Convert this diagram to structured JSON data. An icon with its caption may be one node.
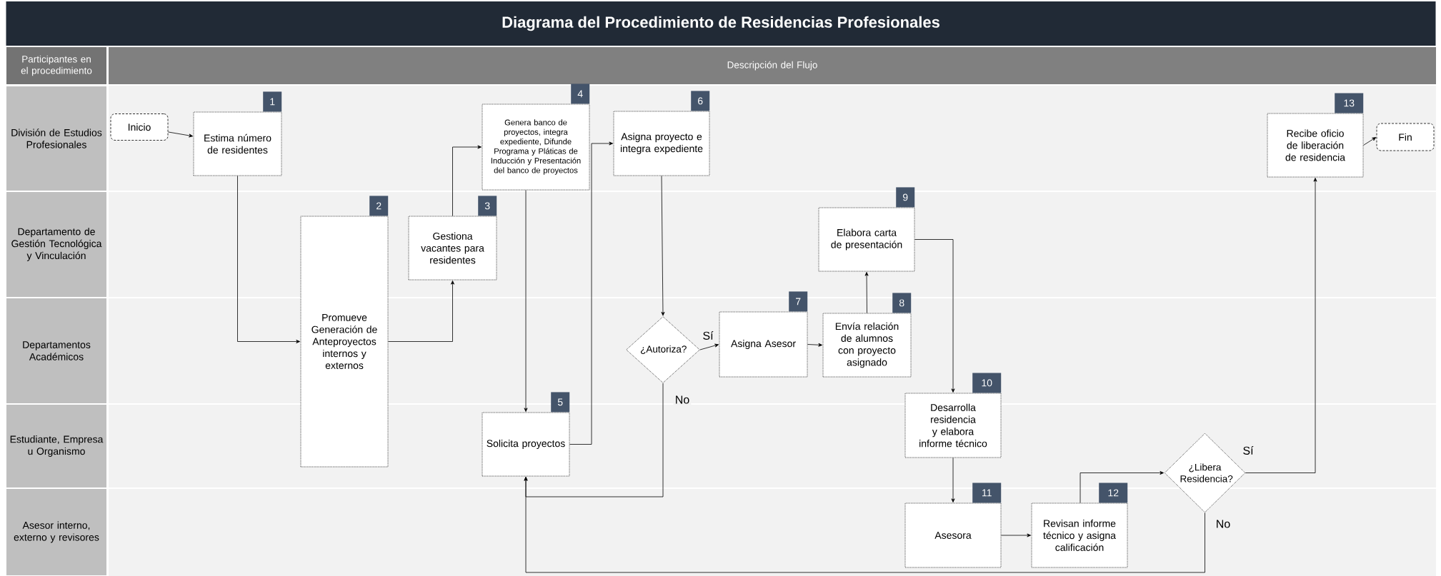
{
  "diagram": {
    "title": "Diagrama del Procedimiento de Residencias Profesionales",
    "nodes": [
      {
        "text": [
          "División de Estudios Profesionales"
        ]
      },
      {
        "text": [
          "Departamento de Gestión Tecnológica y Vinculación"
        ]
      },
      {
        "text": [
          "Departamentos Académicos"
        ]
      },
      {
        "text": [
          "Estudiante, Empresa u Organismo"
        ]
      },
      {
        "text": [
          "Asesor interno, externo y revisores"
        ]
      },
      {
        "text": [
          "Inicio"
        ]
      },
      {
        "text": [
          "Estima número de residentes"
        ],
        "beside": [
          "1"
        ]
      },
      {
        "text": [
          "Promueve Generación de Anteproyectos internos y externos"
        ],
        "beside": [
          "2"
        ]
      },
      {
        "text": [
          "Gestiona vacantes para residentes"
        ],
        "beside": [
          "3"
        ]
      },
      {
        "text": [
          "Genera banco de proyectos, integra expediente, Difunde Programa y Pláticas de Inducción y Presentación del banco de proyectos"
        ],
        "beside": [
          "4"
        ]
      },
      {
        "text": [
          "Solicita proyectos"
        ],
        "beside": [
          "5"
        ]
      },
      {
        "text": [
          "Asigna proyecto e integra expediente"
        ],
        "beside": [
          "6"
        ]
      },
      {
        "text": [
          "¿Autoriza?"
        ]
      },
      {
        "text": [
          "Asigna Asesor"
        ],
        "beside": [
          "7"
        ]
      },
      {
        "text": [
          "Envía relación de alumnos con proyecto asignado"
        ],
        "beside": [
          "8"
        ]
      },
      {
        "text": [
          "Elabora carta de presentación"
        ],
        "beside": [
          "9"
        ]
      },
      {
        "text": [
          "Desarrolla residencia y elabora informe técnico"
        ],
        "beside": [
          "10"
        ]
      },
      {
        "text": [
          "Asesora"
        ],
        "beside": [
          "11"
        ]
      },
      {
        "text": [
          "Revisan informe técnico y asigna calificación"
        ],
        "beside": [
          "12"
        ]
      },
      {
        "text": [
          "¿Libera Residencia?"
        ]
      },
      {
        "text": [
          "Recibe oficio de liberación de residencia"
        ],
        "beside": [
          "13"
        ]
      },
      {
        "text": [
          "Fin"
        ]
      }
    ],
    "edges": [
      {
        "from": 5,
        "to": 6,
        "arrow": "to"
      },
      {
        "from": 6,
        "to": 7,
        "arrow": "to"
      },
      {
        "from": 7,
        "to": 8,
        "arrow": "to"
      },
      {
        "from": 8,
        "to": 9,
        "arrow": "to"
      },
      {
        "from": 9,
        "to": 10,
        "arrow": "to"
      },
      {
        "from": 10,
        "to": 11,
        "arrow": "to"
      },
      {
        "from": 11,
        "to": 12,
        "arrow": "to"
      },
      {
        "from": 12,
        "to": 13,
        "arrow": "to",
        "label": "Sí"
      },
      {
        "from": 12,
        "to": 10,
        "arrow": "to",
        "label": "No"
      },
      {
        "from": 13,
        "to": 14,
        "arrow": "to"
      },
      {
        "from": 14,
        "to": 15,
        "arrow": "to"
      },
      {
        "from": 15,
        "to": 16,
        "arrow": "to"
      },
      {
        "from": 16,
        "to": 17,
        "arrow": "to"
      },
      {
        "from": 17,
        "to": 18,
        "arrow": "to"
      },
      {
        "from": 18,
        "to": 19,
        "arrow": "to"
      },
      {
        "from": 19,
        "to": 20,
        "arrow": "to",
        "label": "Sí"
      },
      {
        "from": 19,
        "to": 10,
        "arrow": "to",
        "label": "No"
      },
      {
        "from": 20,
        "to": 21,
        "arrow": "to"
      }
    ],
    "labels": [
      "Participantes en el procedimiento",
      "Descripción del Flujo"
    ]
  }
}
